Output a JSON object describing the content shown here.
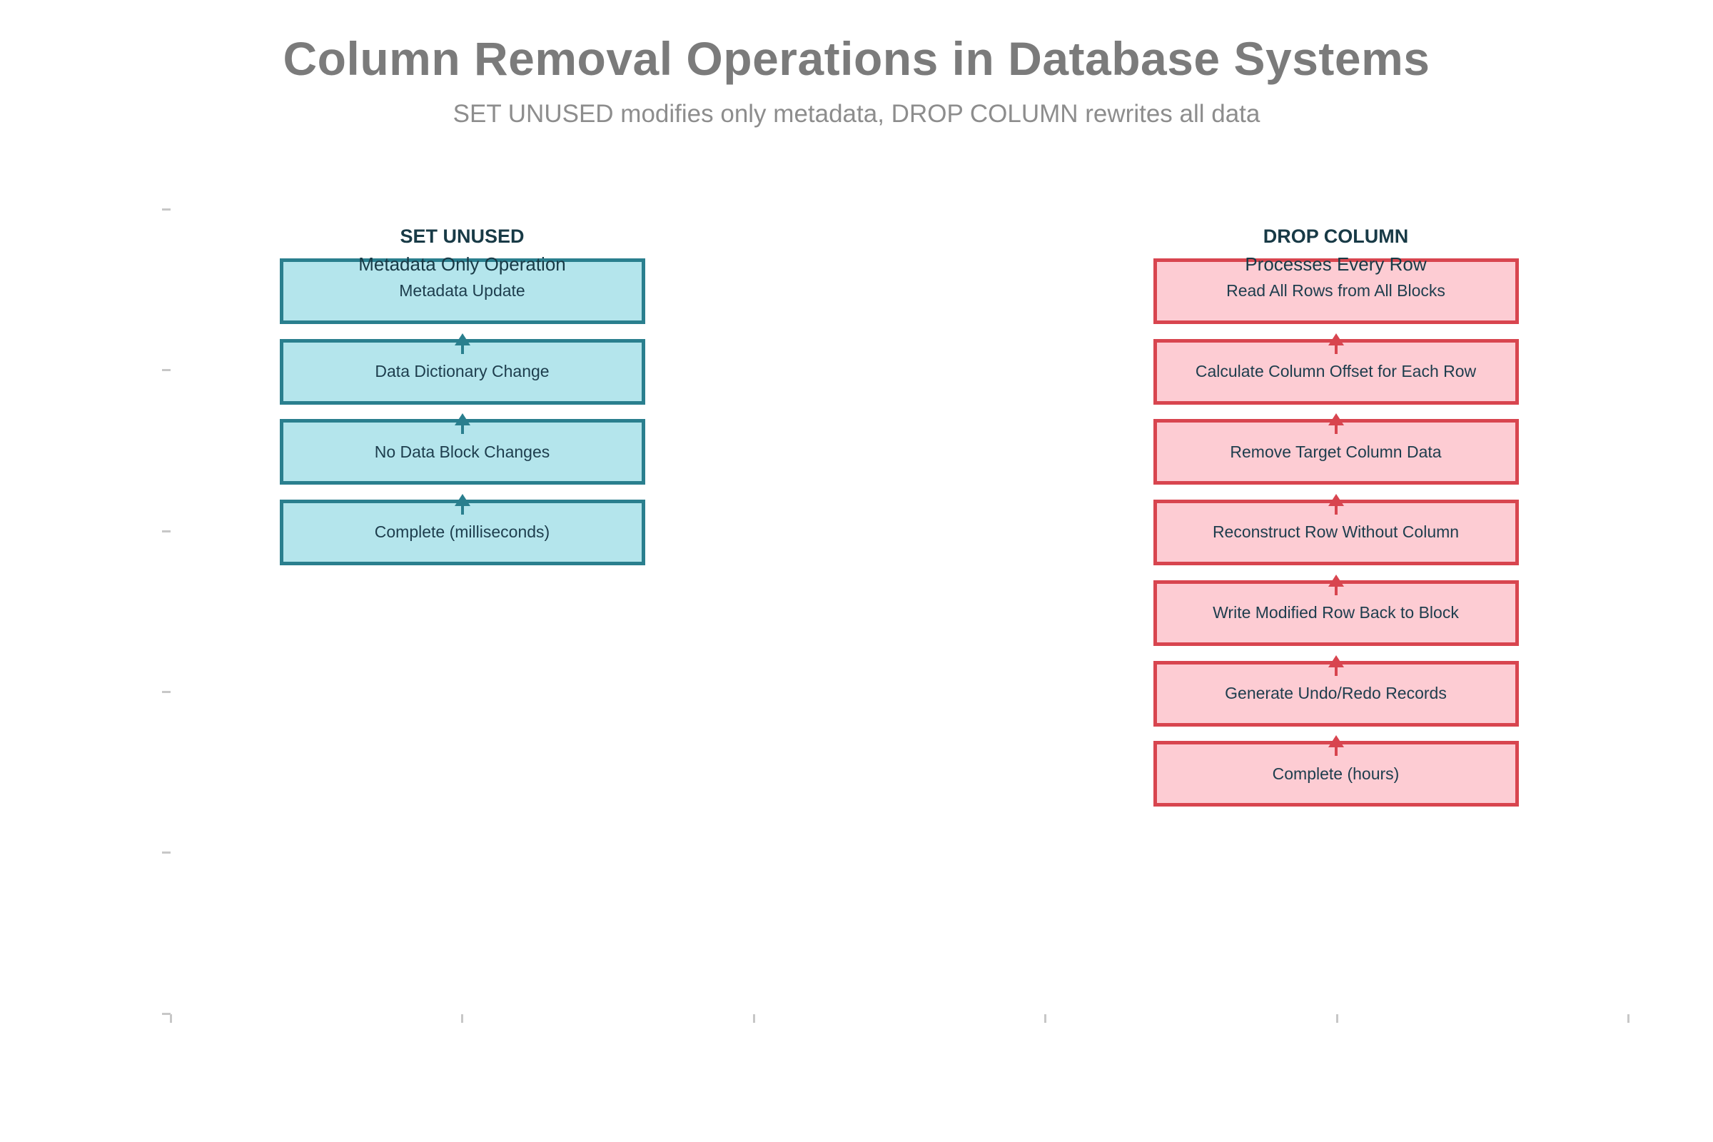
{
  "title": "Column Removal Operations in Database Systems",
  "subtitle": "SET UNUSED modifies only metadata, DROP COLUMN rewrites all data",
  "colors": {
    "title": "#7b7b7b",
    "subtitle": "#8d8d8d",
    "heading_text": "#183a46",
    "box_text": "#1d3d4d",
    "set_unused_accent": "#2a7f8e",
    "set_unused_fill": "#b4e5ec",
    "drop_column_accent": "#d8454f",
    "drop_column_fill": "#fdccd3",
    "tick": "#c7c7c7"
  },
  "columns": [
    {
      "id": "set-unused",
      "header": "SET UNUSED",
      "subheader": "Metadata Only Operation",
      "accent": "#2a7f8e",
      "fill": "#b4e5ec",
      "steps": [
        "Metadata Update",
        "Data Dictionary Change",
        "No Data Block Changes",
        "Complete (milliseconds)"
      ]
    },
    {
      "id": "drop-column",
      "header": "DROP COLUMN",
      "subheader": "Processes Every Row",
      "accent": "#d8454f",
      "fill": "#fdccd3",
      "steps": [
        "Read All Rows from All Blocks",
        "Calculate Column Offset for Each Row",
        "Remove Target Column Data",
        "Reconstruct Row Without Column",
        "Write Modified Row Back to Block",
        "Generate Undo/Redo Records",
        "Complete (hours)"
      ]
    }
  ]
}
